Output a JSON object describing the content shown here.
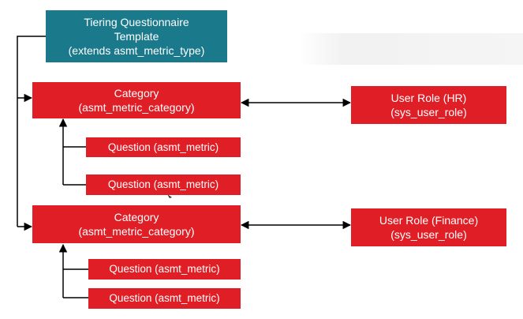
{
  "template": {
    "line1": "Tiering Questionnaire",
    "line2": "Template",
    "line3": "(extends asmt_metric_type)"
  },
  "categories": [
    {
      "title": "Category",
      "subtitle": "(asmt_metric_category)",
      "questions": [
        "Question (asmt_metric)",
        "Question (asmt_metric)"
      ],
      "role": {
        "title": "User Role (HR)",
        "subtitle": "(sys_user_role)"
      }
    },
    {
      "title": "Category",
      "subtitle": "(asmt_metric_category)",
      "questions": [
        "Question (asmt_metric)",
        "Question (asmt_metric)"
      ],
      "role": {
        "title": "User Role (Finance)",
        "subtitle": "(sys_user_role)"
      }
    }
  ],
  "colors": {
    "template_fill": "#1a7a8c",
    "box_fill": "#e01e26",
    "text": "#ffffff",
    "connector": "#000000"
  }
}
